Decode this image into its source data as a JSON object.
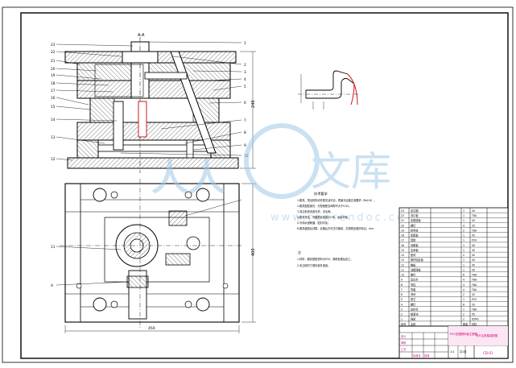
{
  "section_label_top": "A-A",
  "section_marker": "A",
  "dimensions": {
    "height_top": "240",
    "height_bottom": "400",
    "width_bottom": "450"
  },
  "callouts_left_top": [
    "23",
    "22",
    "21",
    "20",
    "19",
    "18",
    "17",
    "16",
    "15",
    "14",
    "13",
    "12"
  ],
  "callouts_right_top": [
    "1",
    "2",
    "3",
    "4",
    "5",
    "6",
    "7",
    "8",
    "9",
    "10"
  ],
  "callouts_left_bottom": [
    "11",
    "A"
  ],
  "watermark": {
    "main": "文库",
    "sub": "www.renrendoc.com"
  },
  "notes": {
    "title": "技术要求",
    "lines": [
      "1.模具、顶出机构动作需灵活可靠，表面光洁度达到要求（Ra0.8）。",
      "2.模具型腔抛光，分型面配合间隙不大于0.02。",
      "3.浇注系统流道光滑，无毛刺。",
      "4.模具导柱、导套配合精度H7/f6，运动平稳。",
      "5.冷却水道畅通，密封可靠。",
      "6.模具装配后试模，合格后方可交付使用，并按规定做好标记，mm."
    ],
    "sub_title": "注",
    "sub_lines": [
      "1.材料：模具型腔材料为P20，调质处理后加工。",
      "2.未注明尺寸按标准件选用。"
    ]
  },
  "bom": {
    "rows": [
      [
        "23",
        "定位圈",
        "1",
        "45"
      ],
      [
        "22",
        "浇口套",
        "1",
        "T8A"
      ],
      [
        "21",
        "定模座板",
        "1",
        "45"
      ],
      [
        "20",
        "螺钉",
        "4",
        "35"
      ],
      [
        "19",
        "斜导柱",
        "2",
        "T8A"
      ],
      [
        "18",
        "定模板",
        "1",
        "45"
      ],
      [
        "17",
        "型腔",
        "1",
        "P20"
      ],
      [
        "16",
        "动模板",
        "1",
        "45"
      ],
      [
        "15",
        "支承板",
        "1",
        "45"
      ],
      [
        "14",
        "垫块",
        "2",
        "45"
      ],
      [
        "13",
        "推杆固定板",
        "1",
        "45"
      ],
      [
        "12",
        "推板",
        "1",
        "45"
      ],
      [
        "11",
        "动模座板",
        "1",
        "45"
      ],
      [
        "10",
        "推杆",
        "6",
        "T8A"
      ],
      [
        "9",
        "复位杆",
        "4",
        "T8A"
      ],
      [
        "8",
        "导柱",
        "4",
        "T8A"
      ],
      [
        "7",
        "导套",
        "4",
        "T8A"
      ],
      [
        "6",
        "滑块",
        "2",
        "45"
      ],
      [
        "5",
        "型芯",
        "1",
        "P20"
      ],
      [
        "4",
        "螺钉",
        "6",
        "35"
      ],
      [
        "3",
        "拉料杆",
        "1",
        "T8A"
      ],
      [
        "2",
        "楔紧块",
        "2",
        "45"
      ],
      [
        "1",
        "弹簧",
        "2",
        "65Mn"
      ]
    ],
    "header": [
      "序号",
      "名称",
      "数量",
      "材料"
    ]
  },
  "title_block": {
    "product": "PVC四通塑料管注塑模",
    "drawing_title": "弯头注射模装配图",
    "scale": "1:1",
    "sheet": "共1张",
    "code": "CD-01",
    "labels": [
      "设计",
      "审核",
      "工艺",
      "标准化",
      "批准"
    ]
  }
}
